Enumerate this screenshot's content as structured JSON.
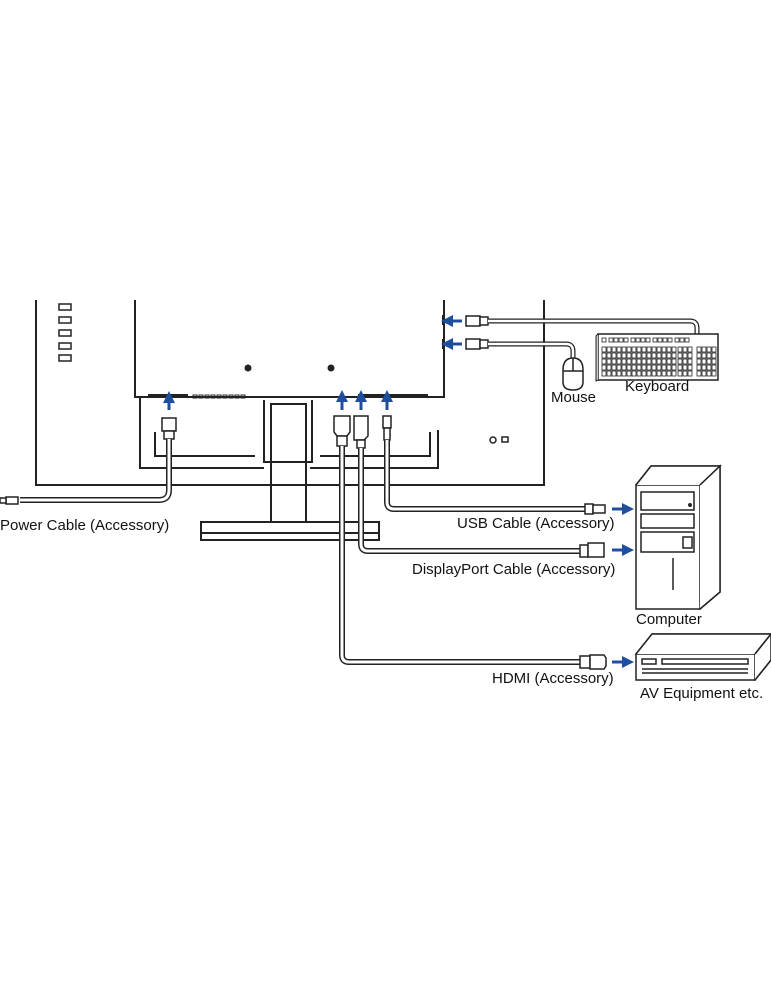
{
  "labels": {
    "power_cable": "Power Cable (Accessory)",
    "usb_cable": "USB Cable (Accessory)",
    "displayport_cable": "DisplayPort Cable (Accessory)",
    "hdmi_cable": "HDMI (Accessory)",
    "mouse": "Mouse",
    "keyboard": "Keyboard",
    "computer": "Computer",
    "av_equipment": "AV Equipment etc."
  },
  "colors": {
    "arrow": "#1f4f9c",
    "line": "#222222",
    "cable_fill": "#ffffff"
  },
  "icons": [
    "power-plug-icon",
    "usb-plug-icon",
    "displayport-plug-icon",
    "hdmi-plug-icon",
    "mouse-icon",
    "keyboard-icon",
    "computer-tower-icon",
    "av-equipment-icon"
  ]
}
